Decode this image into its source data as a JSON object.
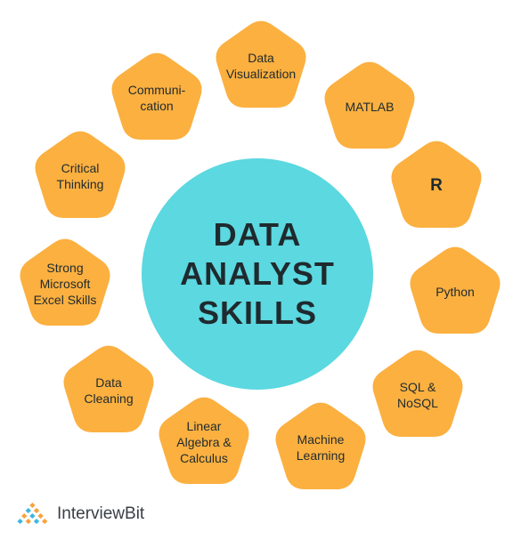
{
  "center": {
    "title": "DATA\nANALYST\nSKILLS"
  },
  "skills": [
    "Data\nVisualization",
    "MATLAB",
    "R",
    "Python",
    "SQL &\nNoSQL",
    "Machine\nLearning",
    "Linear\nAlgebra &\nCalculus",
    "Data\nCleaning",
    "Strong\nMicrosoft\nExcel Skills",
    "Critical\nThinking",
    "Communi-\ncation"
  ],
  "brand": {
    "name": "InterviewBit"
  },
  "colors": {
    "node_fill": "#FBB040",
    "hub_fill": "#5BD8E0",
    "text": "#1F2A2E",
    "logo_orange": "#F7A23E",
    "logo_blue": "#3FB6E0"
  }
}
